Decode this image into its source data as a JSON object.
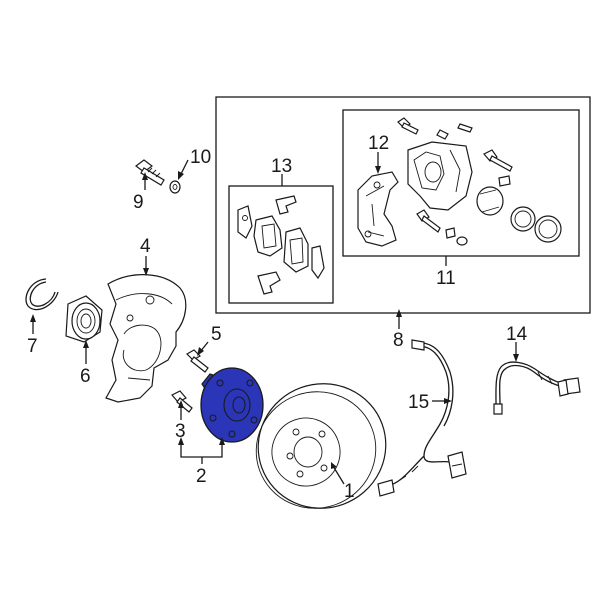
{
  "callouts": [
    {
      "id": "1",
      "text": "1"
    },
    {
      "id": "2",
      "text": "2"
    },
    {
      "id": "3",
      "text": "3"
    },
    {
      "id": "4",
      "text": "4"
    },
    {
      "id": "5",
      "text": "5"
    },
    {
      "id": "6",
      "text": "6"
    },
    {
      "id": "7",
      "text": "7"
    },
    {
      "id": "8",
      "text": "8"
    },
    {
      "id": "9",
      "text": "9"
    },
    {
      "id": "10",
      "text": "10"
    },
    {
      "id": "11",
      "text": "11"
    },
    {
      "id": "12",
      "text": "12"
    },
    {
      "id": "13",
      "text": "13"
    },
    {
      "id": "14",
      "text": "14"
    },
    {
      "id": "15",
      "text": "15"
    }
  ],
  "colors": {
    "line": "#1a1a1a",
    "highlight_hub": "#2a35b8",
    "background": "#ffffff"
  },
  "icons": {
    "rotor": "brake-rotor-icon",
    "hub": "wheel-hub-icon",
    "bearing": "wheel-bearing-icon",
    "snap_ring": "snap-ring-icon",
    "shield": "dust-shield-icon",
    "caliper": "brake-caliper-icon",
    "pads": "brake-pads-icon",
    "abs_sensor": "abs-sensor-icon",
    "brake_hose": "brake-hose-icon"
  }
}
